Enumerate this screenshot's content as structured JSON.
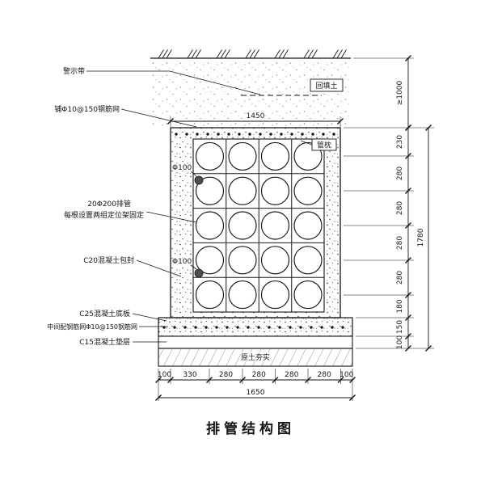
{
  "title": "排管结构图",
  "labels": {
    "warning_tape": "警示带",
    "backfill": "回填土",
    "top_mesh": "铺Φ10@150钢筋网",
    "pipe_pillow": "管枕",
    "pipe_spec": "20Φ200排管",
    "pipe_fixing": "每根设置两组定位架固定",
    "encasement": "C20混凝土包封",
    "base_slab": "C25混凝土底板",
    "mid_mesh": "中间配钢筋网Φ10@150钢筋网",
    "cushion": "C15混凝土垫层",
    "compacted_soil": "原土夯实",
    "small_pipe_top": "Φ100",
    "small_pipe_bottom": "Φ100"
  },
  "dims": {
    "top_width": "1450",
    "min_cover": "≥1000",
    "right_segments": [
      "230",
      "280",
      "280",
      "280",
      "280",
      "180",
      "150",
      "100"
    ],
    "right_total": "1780",
    "bottom_segments": [
      "100",
      "330",
      "280",
      "280",
      "280",
      "280",
      "100"
    ],
    "bottom_total": "1650"
  },
  "colors": {
    "line": "#161616",
    "speckle": "#4f4f4f"
  }
}
